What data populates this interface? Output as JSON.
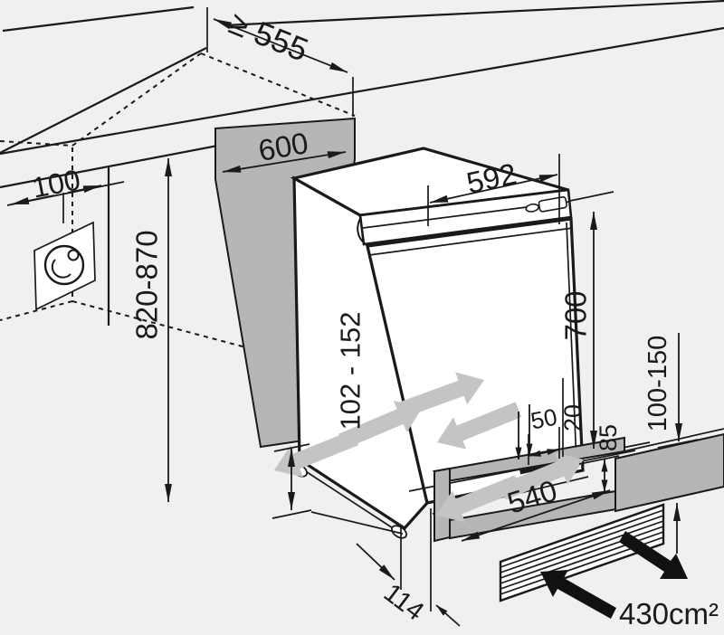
{
  "diagram": {
    "title": "Built-under appliance installation dimensions",
    "unit": "mm",
    "labels": {
      "niche_depth": "≥ 555",
      "niche_width": "600",
      "socket_offset": "100",
      "niche_height": "820-870",
      "appliance_width": "592",
      "door_height": "700",
      "base_clearance": "102 - 152",
      "rear_offset": "50",
      "rear_gap": "20",
      "vent_recess_height": "85",
      "plinth_depth": "540",
      "plinth_height": "100-150",
      "base_depth": "114",
      "vent_area": "430cm²"
    },
    "colors": {
      "background": "#f0f0ee",
      "line": "#1a1a1a",
      "panel_gray": "#b6b6b6",
      "airflow_gray": "#c4c4c4"
    },
    "icons": {
      "socket": "power-socket-icon",
      "airflow": "airflow-arrow",
      "grille": "vent-grille-icon"
    }
  }
}
